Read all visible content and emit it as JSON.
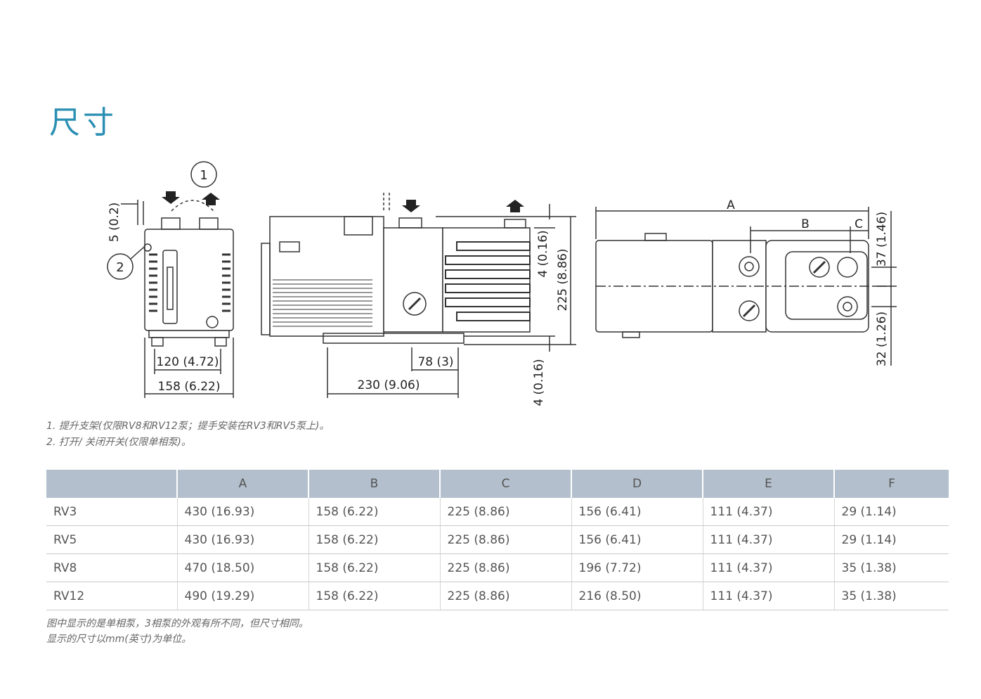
{
  "title": "尺寸",
  "callouts": [
    "1",
    "2"
  ],
  "dimensions": {
    "side_small": "5 (0.2)",
    "width_inner": "120 (4.72)",
    "width_outer": "158 (6.22)",
    "front_78": "78 (3)",
    "front_230": "230 (9.06)",
    "height_top": "4 (0.16)",
    "height_total": "225 (8.86)",
    "height_bottom": "4 (0.16)",
    "plan_A": "A",
    "plan_B": "B",
    "plan_C": "C",
    "plan_37": "37 (1.46)",
    "plan_32": "32 (1.26)"
  },
  "notes": [
    "1. 提升支架(仅限RV8和RV12泵；提手安装在RV3和RV5泵上)。",
    "2. 打开/ 关闭开关(仅限单相泵)。"
  ],
  "table": {
    "headers": [
      "",
      "A",
      "B",
      "C",
      "D",
      "E",
      "F"
    ],
    "rows": [
      [
        "RV3",
        "430 (16.93)",
        "158 (6.22)",
        "225 (8.86)",
        "156 (6.41)",
        "111 (4.37)",
        "29 (1.14)"
      ],
      [
        "RV5",
        "430 (16.93)",
        "158 (6.22)",
        "225 (8.86)",
        "156 (6.41)",
        "111 (4.37)",
        "29 (1.14)"
      ],
      [
        "RV8",
        "470 (18.50)",
        "158 (6.22)",
        "225 (8.86)",
        "196 (7.72)",
        "111 (4.37)",
        "35 (1.38)"
      ],
      [
        "RV12",
        "490 (19.29)",
        "158 (6.22)",
        "225 (8.86)",
        "216 (8.50)",
        "111 (4.37)",
        "35 (1.38)"
      ]
    ]
  },
  "footnote": [
    "图中显示的是单相泵，3相泵的外观有所不同，但尺寸相同。",
    "显示的尺寸以mm(英寸)为单位。"
  ]
}
